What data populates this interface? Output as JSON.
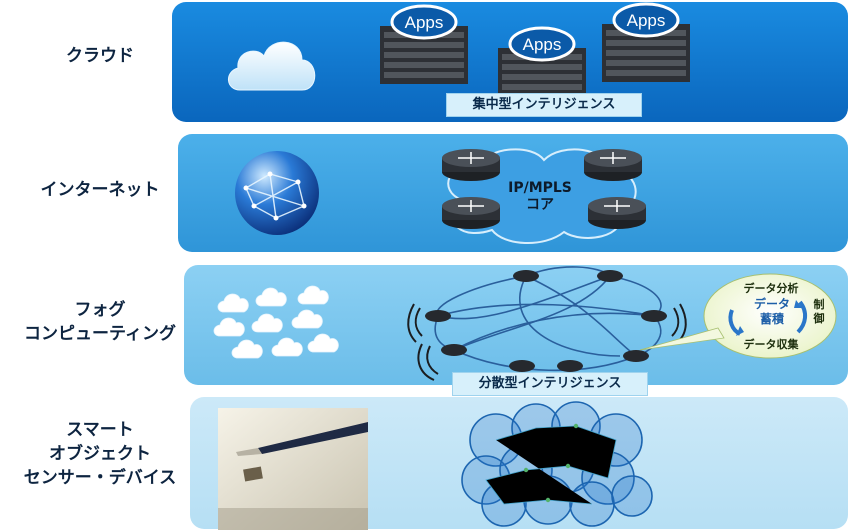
{
  "layers": {
    "cloud": {
      "label": "クラウド",
      "banner": "集中型インテリジェンス",
      "apps_label": "Apps"
    },
    "internet": {
      "label": "インターネット",
      "core_line1": "IP/MPLS",
      "core_line2": "コア"
    },
    "fog": {
      "label_line1": "フォグ",
      "label_line2": "コンピューティング",
      "banner": "分散型インテリジェンス",
      "bubble": {
        "analysis": "データ分析",
        "storage_line1": "データ",
        "storage_line2": "蓄積",
        "control_line1": "制",
        "control_line2": "御",
        "collection": "データ収集"
      }
    },
    "smart": {
      "label_line1": "スマート",
      "label_line2": "オブジェクト",
      "label_line3": "センサー・デバイス"
    }
  },
  "colors": {
    "cloud_band": "#0a66bd",
    "internet_band": "#2f95d8",
    "fog_band": "#6bbde9",
    "smart_band": "#b6dff4",
    "label_text": "#0d2440"
  }
}
